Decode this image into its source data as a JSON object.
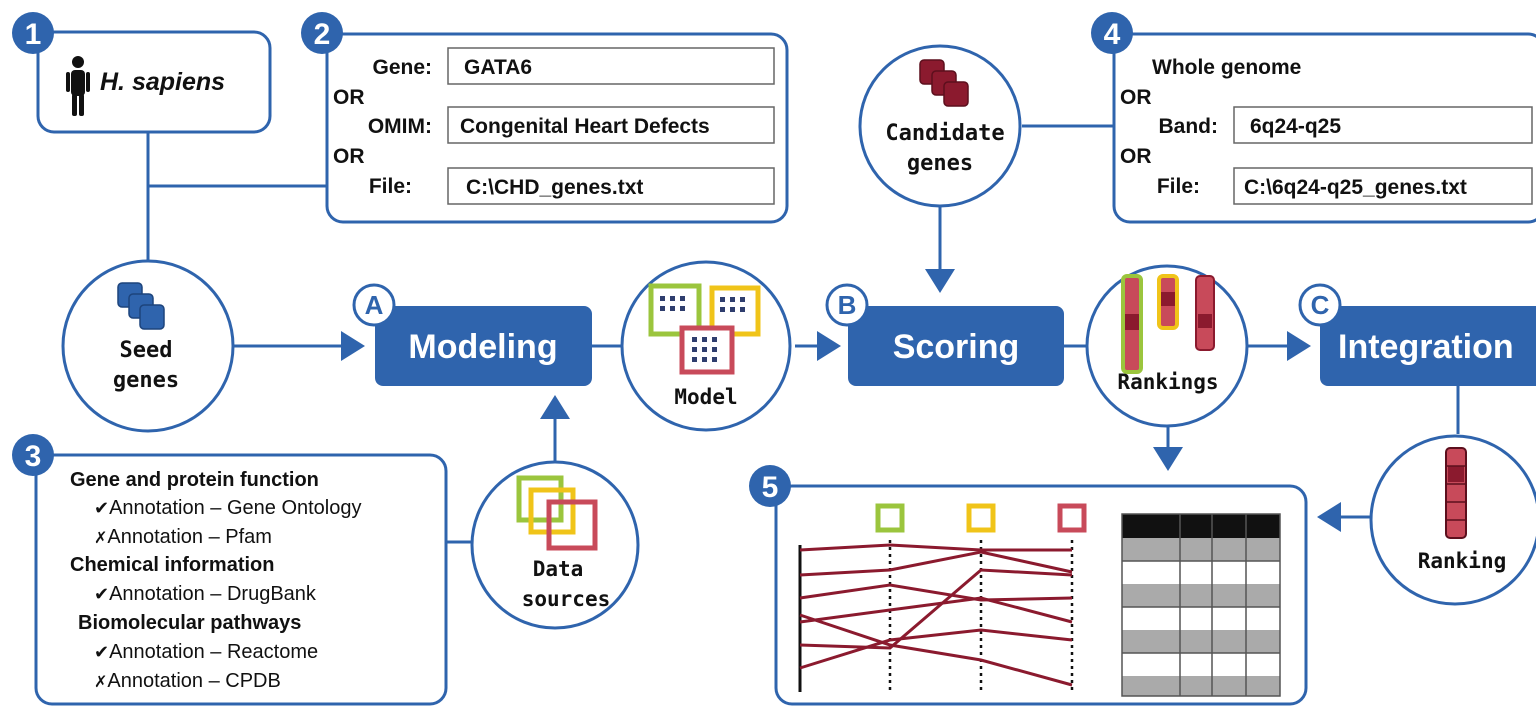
{
  "colors": {
    "blue": "#2f64ad",
    "dark_red": "#8b1a2e",
    "green": "#9bc53d",
    "yellow": "#f0c419",
    "pink": "#c84a5a",
    "gray": "#aaaaaa",
    "black": "#111111"
  },
  "panel1": {
    "number": "1",
    "organism": "H. sapiens",
    "icon": "human-silhouette-icon"
  },
  "panel2": {
    "number": "2",
    "gene_label": "Gene:",
    "gene_value": "GATA6",
    "or1": "OR",
    "omim_label": "OMIM:",
    "omim_value": "Congenital Heart Defects",
    "or2": "OR",
    "file_label": "File:",
    "file_value": "C:\\CHD_genes.txt"
  },
  "panel3": {
    "number": "3",
    "items": [
      {
        "text": "Gene and protein function",
        "kind": "header"
      },
      {
        "mark": "✔",
        "text": "Annotation – Gene Ontology",
        "kind": "item"
      },
      {
        "mark": "✗",
        "text": "Annotation – Pfam",
        "kind": "item"
      },
      {
        "text": "Chemical information",
        "kind": "header"
      },
      {
        "mark": "✔",
        "text": "Annotation – DrugBank",
        "kind": "item"
      },
      {
        "text": "Biomolecular pathways",
        "kind": "header"
      },
      {
        "mark": "✔",
        "text": "Annotation – Reactome",
        "kind": "item"
      },
      {
        "mark": "✗",
        "text": "Annotation – CPDB",
        "kind": "item"
      }
    ]
  },
  "panel4": {
    "number": "4",
    "whole_genome": "Whole genome",
    "or1": "OR",
    "band_label": "Band:",
    "band_value": "6q24-q25",
    "or2": "OR",
    "file_label": "File:",
    "file_value": "C:\\6q24-q25_genes.txt"
  },
  "panel5": {
    "number": "5"
  },
  "circles": {
    "seed_line1": "Seed",
    "seed_line2": "genes",
    "model": "Model",
    "data_line1": "Data",
    "data_line2": "sources",
    "candidate_line1": "Candidate",
    "candidate_line2": "genes",
    "rankings": "Rankings",
    "ranking": "Ranking"
  },
  "steps": {
    "a_letter": "A",
    "a_label": "Modeling",
    "b_letter": "B",
    "b_label": "Scoring",
    "c_letter": "C",
    "c_label": "Integration"
  }
}
